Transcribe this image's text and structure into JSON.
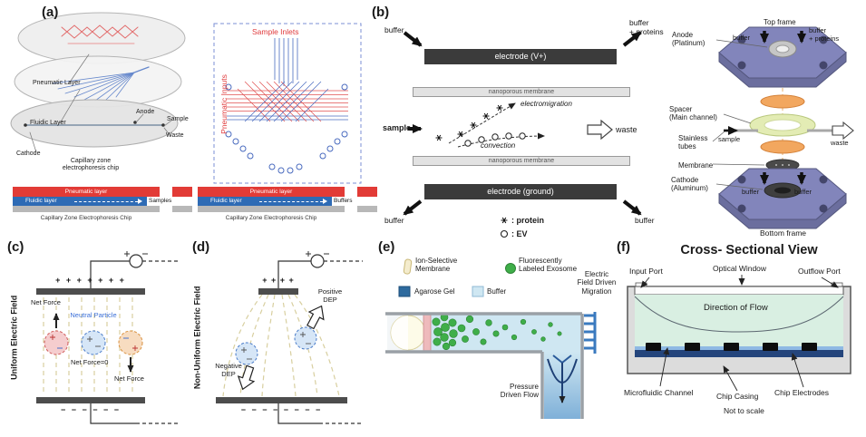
{
  "palette": {
    "pneumatic_red": "#e23b36",
    "fluidic_blue": "#2e6bb5",
    "chip_gray": "#b8b8b8",
    "electrode_black": "#3b3b3b",
    "membrane_gray": "#e2e2e2",
    "frame_purple": "#8285bb",
    "spacer_orange": "#f2a75f",
    "channel_green": "#e3ecb4",
    "exosome_green": "#3fae49",
    "agarose_blue": "#2e6a9e",
    "buffer_blue": "#cfe7f2",
    "flow_green": "#d9efe2",
    "chip_navy": "#24457c",
    "field_line_tan": "#d8cf9f",
    "label_red": "#e03a3c"
  },
  "panel_a": {
    "label": "(a)",
    "exploded": {
      "pneumatic_layer": "Pneumatic Layer",
      "fluidic_layer": "Fluidic Layer",
      "chip": "Capillary zone\nelectrophoresis chip",
      "anode": "Anode",
      "sample": "Sample",
      "waste": "Waste",
      "cathode": "Cathode"
    },
    "top_view": {
      "sample_inlets": "Sample Inlets",
      "pneumatic_inputs": "Pneumatic Inputs"
    },
    "cs_left": {
      "pneumatic": "Pneumatic layer",
      "fluidic": "Fluidic layer",
      "chip": "Capillary Zone Electrophoresis Chip",
      "flow": "Samples"
    },
    "cs_right": {
      "pneumatic": "Pneumatic layer",
      "fluidic": "Fluidic layer",
      "chip": "Capillary Zone Electrophoresis Chip",
      "flow": "Buffers"
    }
  },
  "panel_b": {
    "label": "(b)",
    "schematic": {
      "buffer_top_left": "buffer",
      "buffer_top_right": "buffer\n+ proteins",
      "electrode_top": "electrode (V+)",
      "membrane_top": "nanoporous membrane",
      "sample": "sample",
      "electromigration": "electromigration",
      "convection": "convection",
      "waste": "waste",
      "membrane_bottom": "nanoporous membrane",
      "electrode_bottom": "electrode (ground)",
      "buffer_bottom_left": "buffer",
      "buffer_bottom_right": "buffer",
      "legend_protein": ": protein",
      "legend_ev": ": EV"
    },
    "device": {
      "anode": "Anode\n(Platinum)",
      "top_frame": "Top frame",
      "buffer_top_left": "buffer",
      "buffer_top_right": "buffer\n+ proteins",
      "spacer": "Spacer\n(Main channel)",
      "stainless_tubes": "Stainless\ntubes",
      "sample": "sample",
      "waste": "waste",
      "membrane": "Membrane",
      "cathode": "Cathode\n(Aluminum)",
      "buffer_bottom_left": "buffer",
      "buffer_bottom_right": "buffer",
      "bottom_frame": "Bottom frame"
    }
  },
  "panel_c": {
    "label": "(c)",
    "side_label": "Uniform Electric Field",
    "plus_row": "+ + + + + + +",
    "minus_row": "− − − − − −",
    "net_force_left": "Net Force",
    "neutral_particle": "Neutral Particle",
    "net_force_zero": "Net Force=0",
    "net_force_right": "Net Force"
  },
  "panel_d": {
    "label": "(d)",
    "side_label": "Non-Uniform Electric Field",
    "plus_row": "+ +  + +",
    "minus_row": "− − − − − − − −",
    "negative_dep": "Negative\nDEP",
    "positive_dep": "Positive\nDEP"
  },
  "panel_e": {
    "label": "(e)",
    "legend": {
      "membrane": "Ion-Selective\nMembrane",
      "exosome": "Fluorescently\nLabeled Exosome",
      "agarose": "Agarose Gel",
      "buffer": "Buffer"
    },
    "electric_field_label": "Electric\nField Driven\nMigration",
    "pressure_label": "Pressure\nDriven Flow"
  },
  "panel_f": {
    "label": "(f)",
    "title": "Cross- Sectional View",
    "input_port": "Input Port",
    "optical_window": "Optical Window",
    "outflow_port": "Outflow Port",
    "direction_of_flow": "Direction of Flow",
    "microfluidic_channel": "Microfluidic Channel",
    "chip_casing": "Chip Casing",
    "not_to_scale": "Not to scale",
    "chip_electrodes": "Chip Electrodes"
  }
}
